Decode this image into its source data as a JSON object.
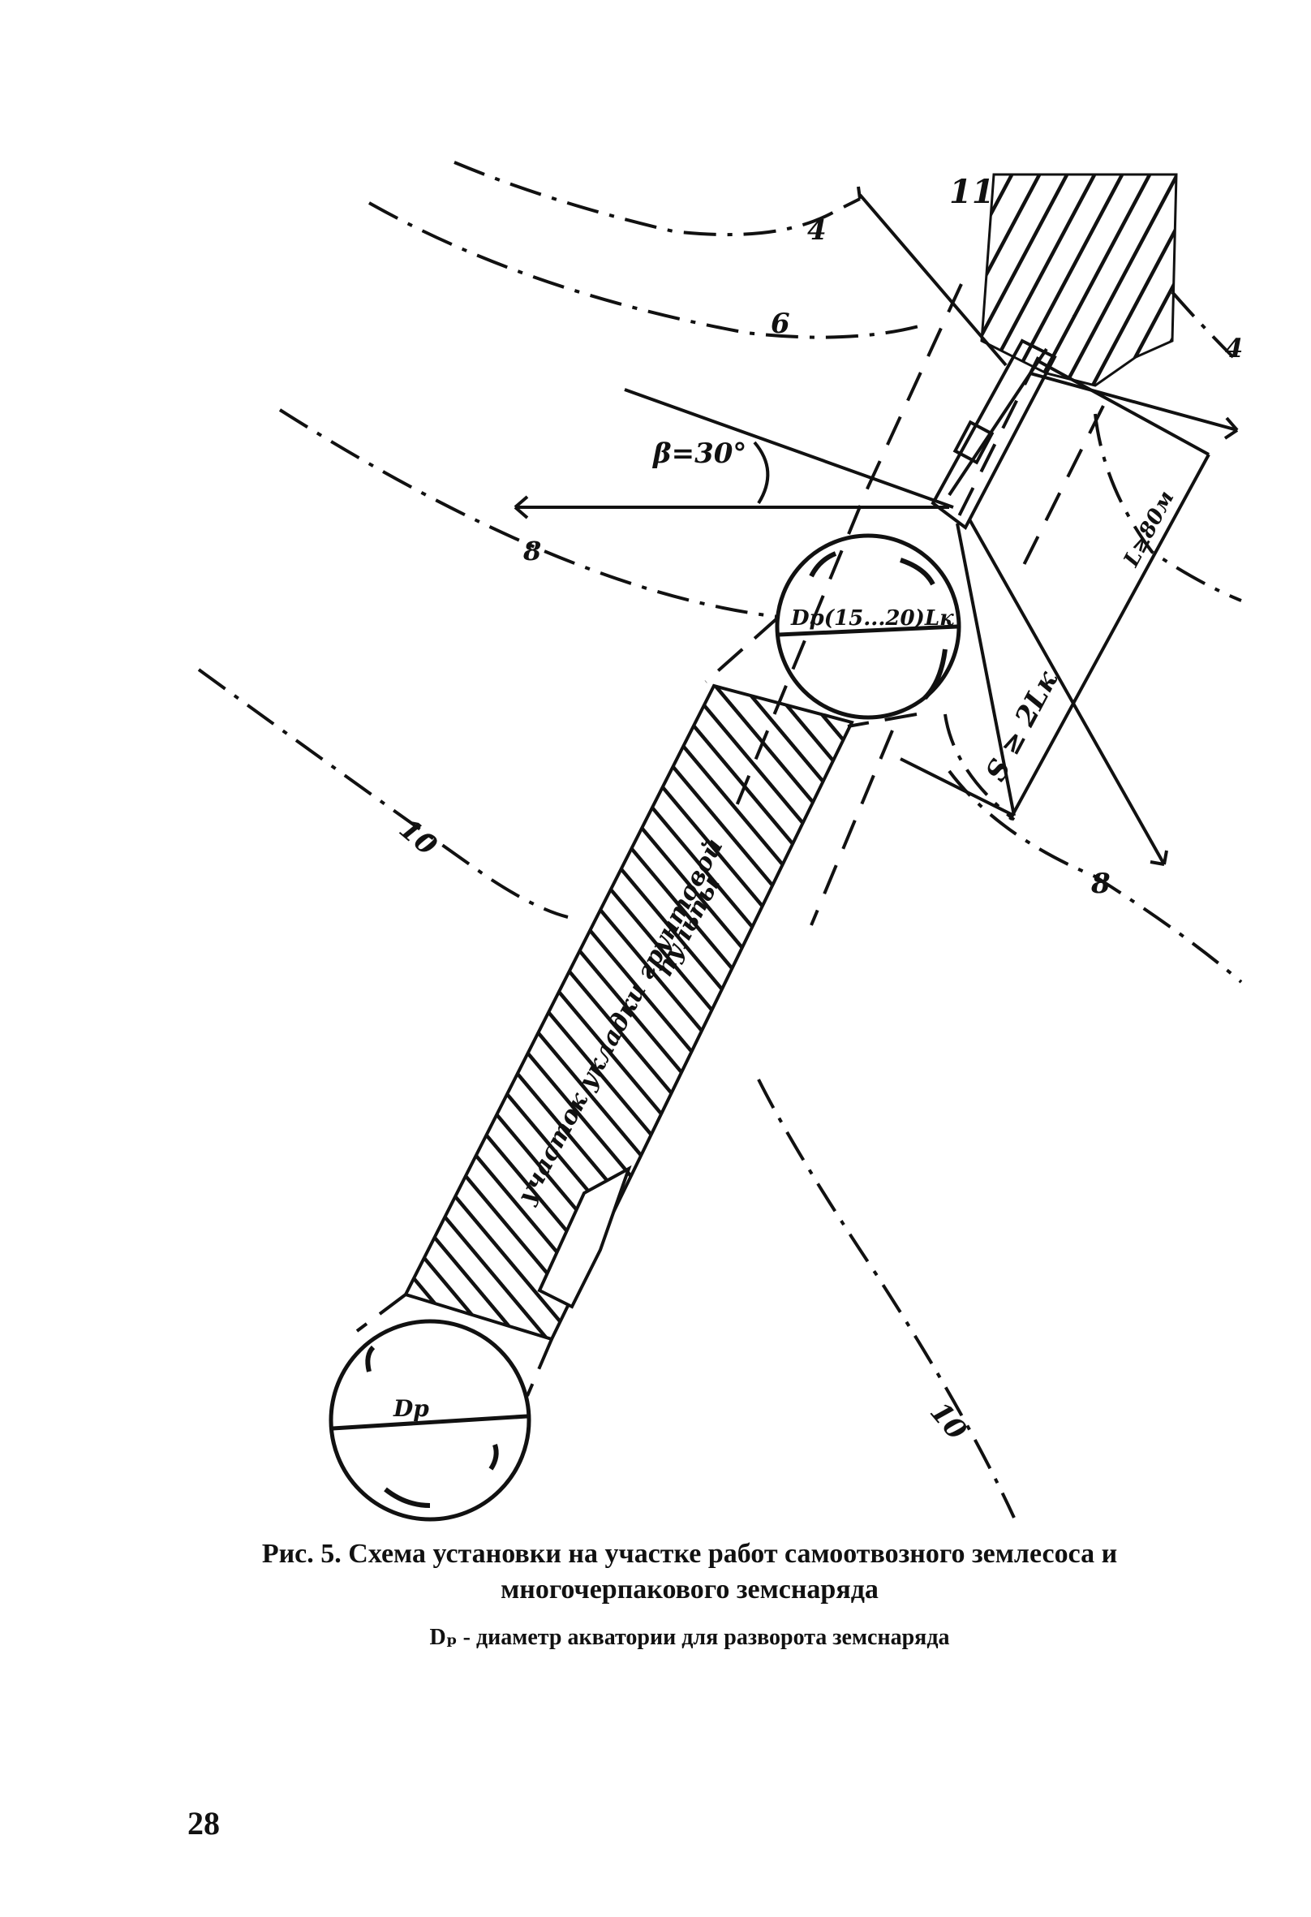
{
  "figure": {
    "caption_title": "Рис. 5. Схема установки на участке работ самоотвозного землесоса и многочерпакового земснаряда",
    "caption_legend": "Dₚ - диаметр акватории для разворота земснаряда"
  },
  "labels": {
    "depth_4_top": "4",
    "depth_11": "11",
    "depth_6": "6",
    "depth_4_right": "4",
    "depth_8_left": "8",
    "depth_8_right": "8",
    "depth_10_left": "10",
    "depth_10_bottom": "10",
    "beta": "β=30°",
    "d_upper": "Dр(15...20)Lк",
    "d_lower": "Dр",
    "s_dim": "S ≥ 2Lк",
    "l_dim": "L≥80м",
    "strip_text_1": "участок укладки грунтовой",
    "strip_text_2": "пульпы"
  },
  "page": {
    "number": "28"
  }
}
